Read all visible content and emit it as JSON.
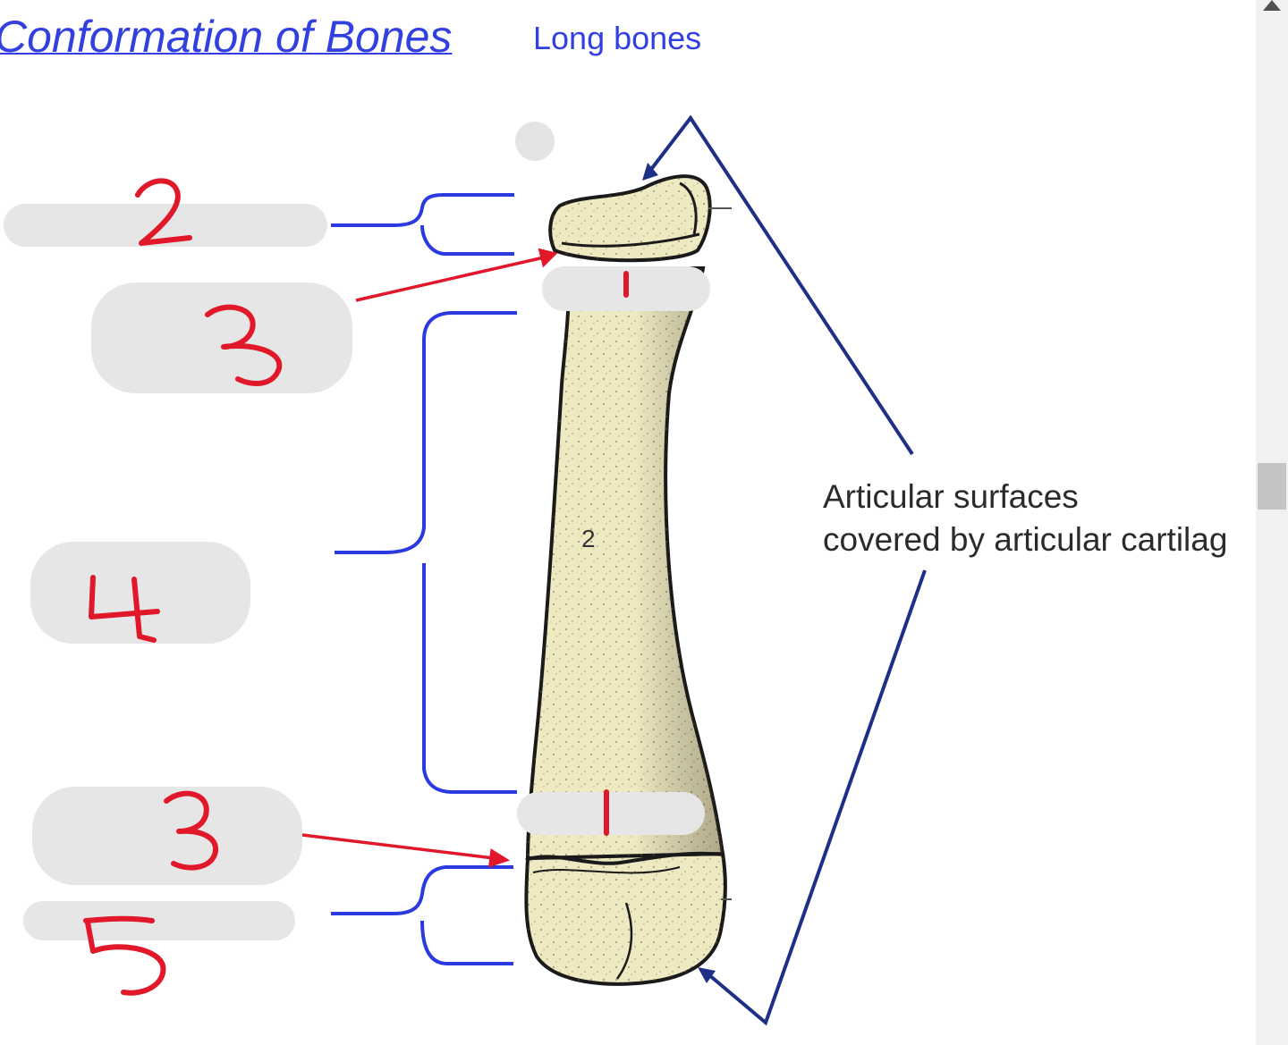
{
  "title": "Conformation of Bones",
  "subtitle": "Long bones",
  "caption": {
    "line1": "Articular surfaces",
    "line2": "covered by articular cartilag"
  },
  "bone_label": "2",
  "handwritten_labels": [
    "2",
    "3",
    "4",
    "3",
    "5",
    "1",
    "1"
  ],
  "colors": {
    "title": "#3340e0",
    "bracket": "#2a3ae0",
    "handwriting": "#e0182a",
    "bone": "#efe9c2",
    "redaction": "#e6e6e6",
    "pointer": "#1e2f86"
  }
}
